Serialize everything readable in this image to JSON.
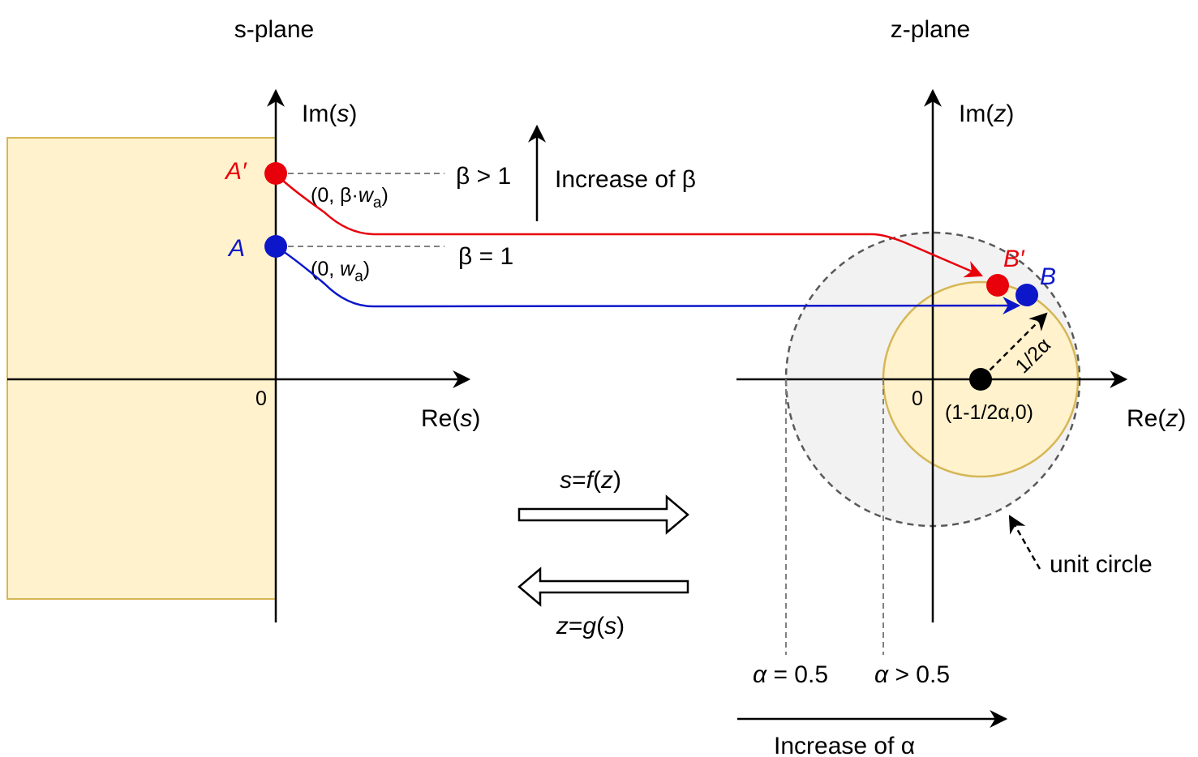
{
  "s_plane": {
    "title": "s-plane",
    "axis_im": {
      "prefix": "Im(",
      "var": "s",
      "suffix": ")"
    },
    "axis_re": {
      "prefix": "Re(",
      "var": "s",
      "suffix": ")"
    },
    "origin": "0",
    "point_a_prime": {
      "label": "A′",
      "coord": {
        "prefix": "(0, β·",
        "var": "w",
        "sub": "a",
        "suffix": ")"
      }
    },
    "point_a": {
      "label": "A",
      "coord": {
        "prefix": "(0, ",
        "var": "w",
        "sub": "a",
        "suffix": ")"
      }
    },
    "beta_gt_1": "β > 1",
    "beta_eq_1": "β = 1",
    "increase_beta": "Increase of β"
  },
  "mapping": {
    "forward": {
      "lhs": "s",
      "eq": "=",
      "fn": "f",
      "open": "(",
      "arg": "z",
      "close": ")"
    },
    "backward": {
      "lhs": "z",
      "eq": "=",
      "fn": "g",
      "open": "(",
      "arg": "s",
      "close": ")"
    }
  },
  "z_plane": {
    "title": "z-plane",
    "axis_im": {
      "prefix": "Im(",
      "var": "z",
      "suffix": ")"
    },
    "axis_re": {
      "prefix": "Re(",
      "var": "z",
      "suffix": ")"
    },
    "origin": "0",
    "point_b_prime": "B′",
    "point_b": "B",
    "radius_label": "1/2α",
    "center_label": "(1-1/2α,0)",
    "unit_circle": "unit circle",
    "alpha_eq": {
      "sym": "α",
      "rest": " = 0.5"
    },
    "alpha_gt": {
      "sym": "α",
      "rest": " > 0.5"
    },
    "increase_alpha": "Increase of α"
  },
  "colors": {
    "region_fill": "#fff2cc",
    "region_stroke": "#d6b656",
    "unit_disk_fill": "#f2f2f2",
    "red": "#e8000b",
    "blue": "#0c17c9"
  }
}
